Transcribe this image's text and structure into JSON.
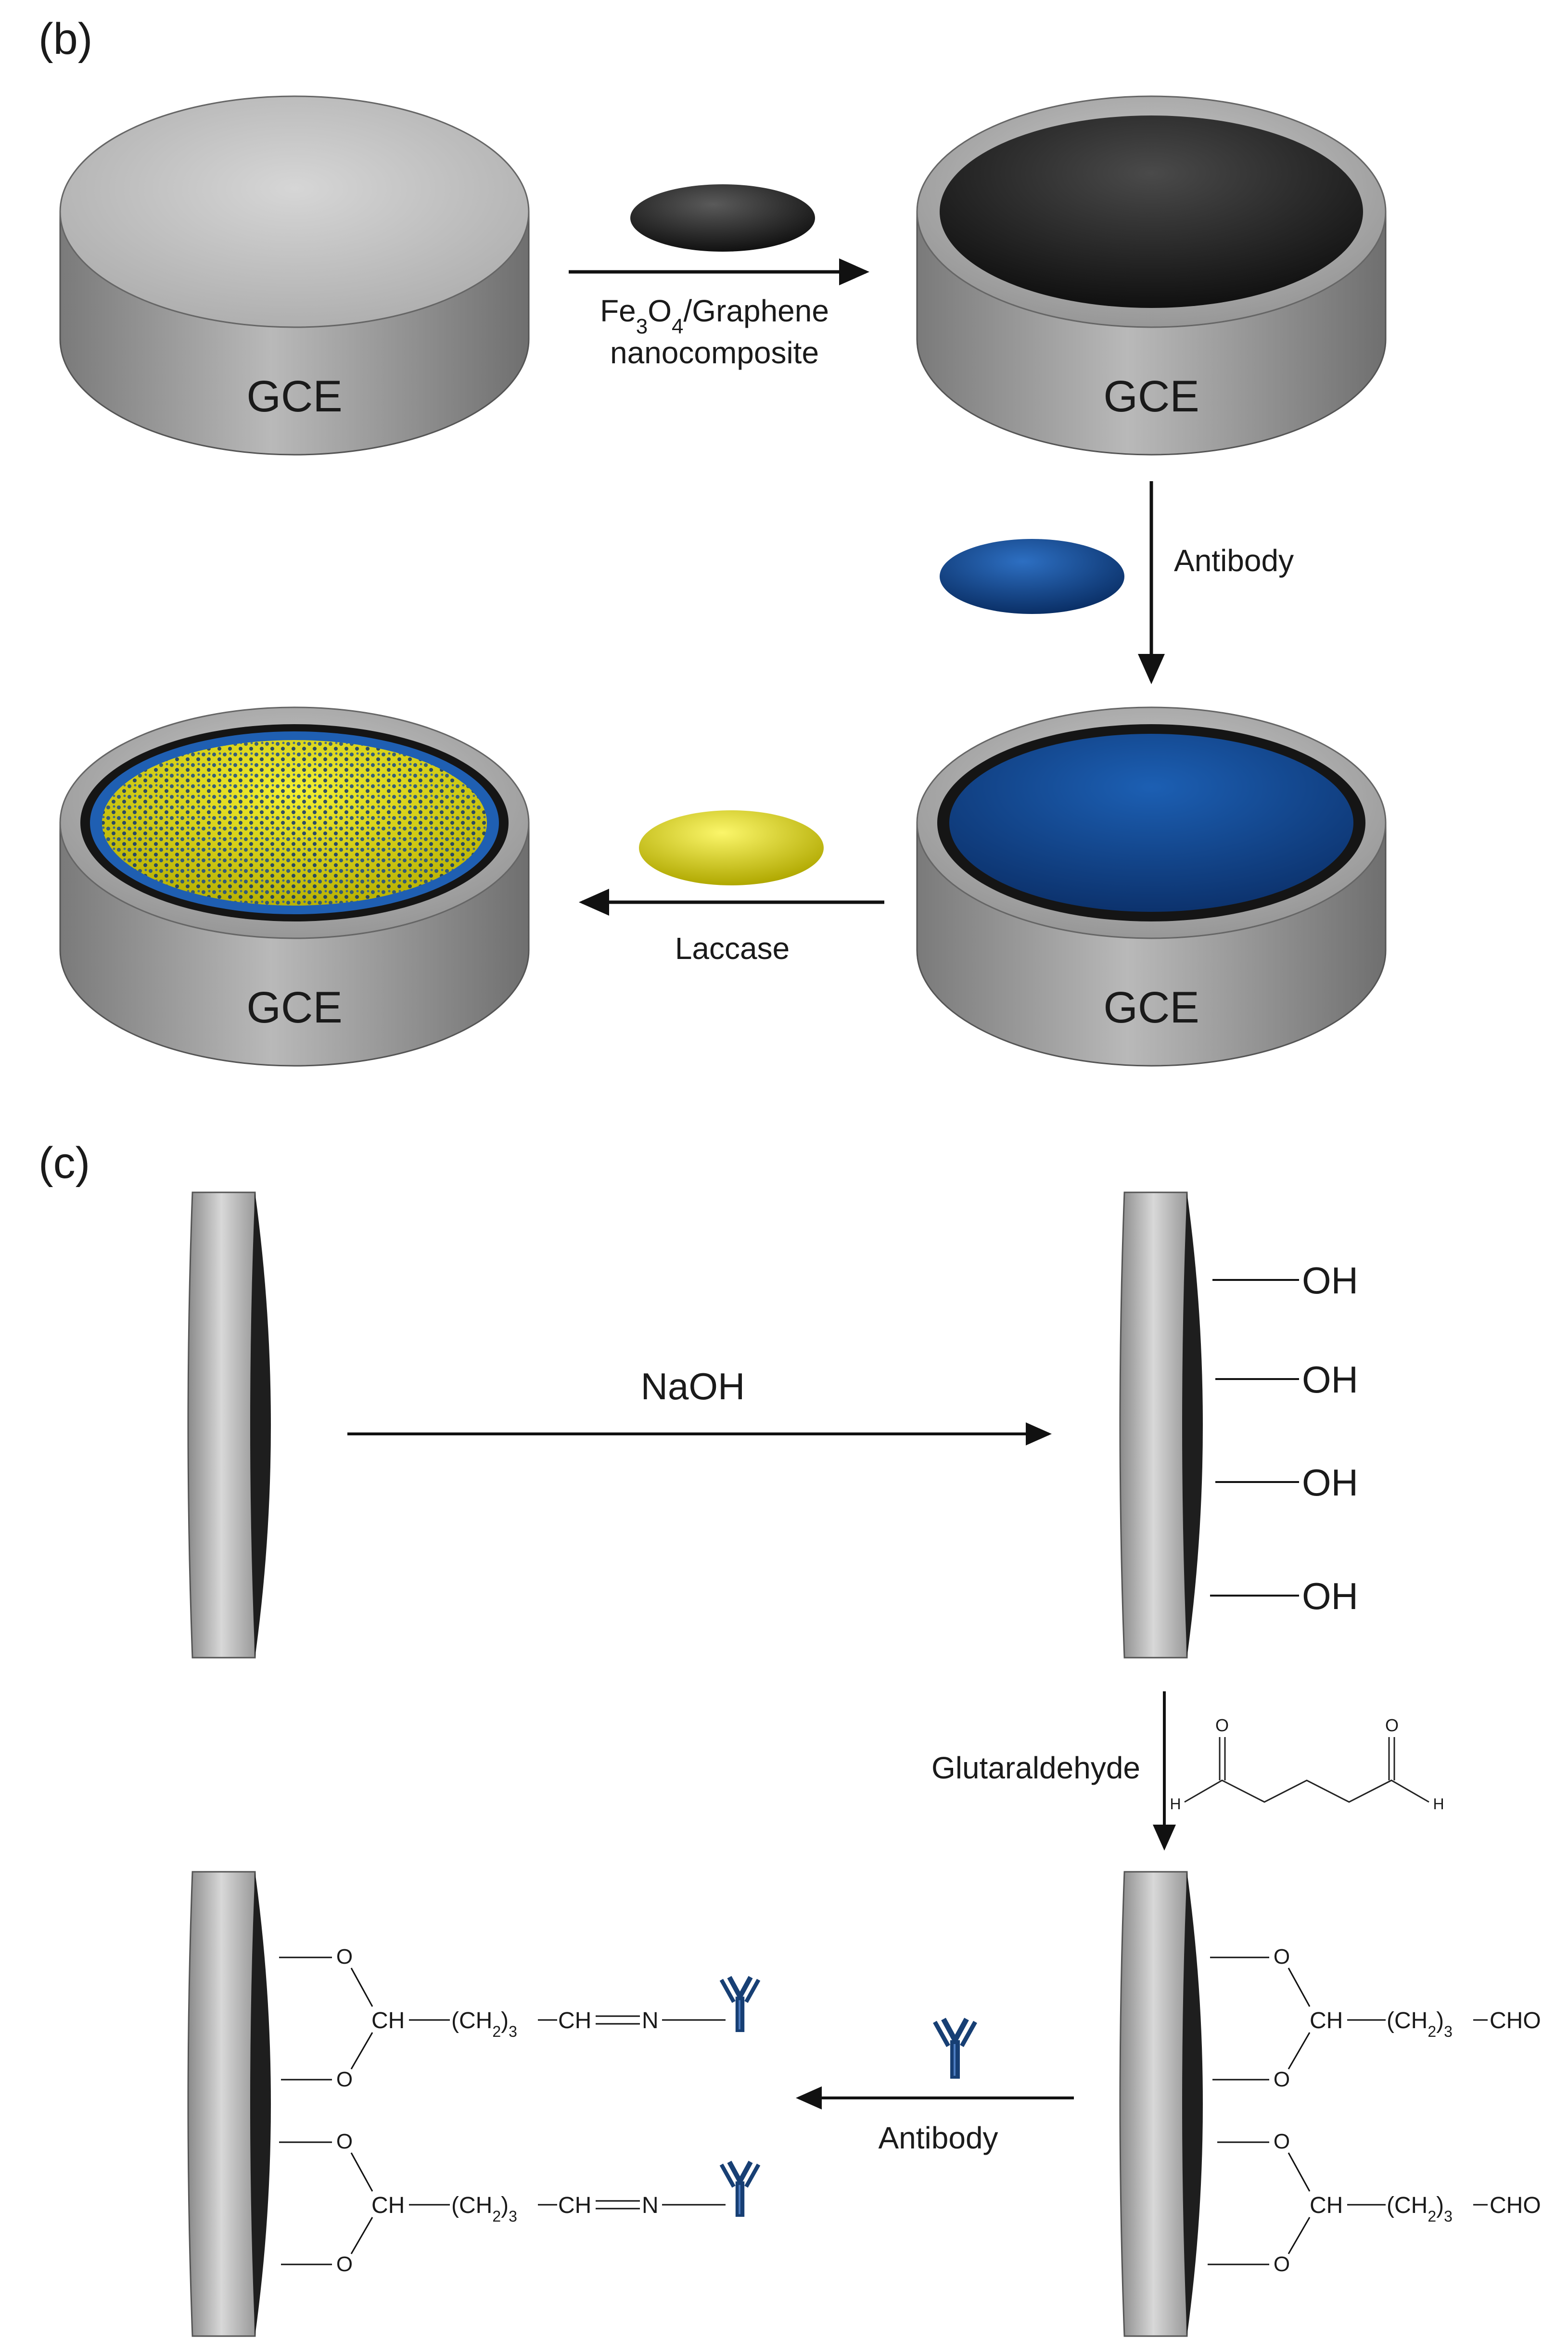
{
  "panel_b": {
    "panel_label": "(b)",
    "electrode_label": "GCE",
    "step1_label_prefix": "Fe",
    "step1_sub1": "3",
    "step1_mid": "O",
    "step1_sub2": "4",
    "step1_suffix": "/Graphene",
    "step1_line2": "nanocomposite",
    "step2_label": "Antibody",
    "step3_label": "Laccase",
    "colors": {
      "graphene": "#1e1e1e",
      "antibody": "#0e3e86",
      "laccase": "#d6d000",
      "electrode_body": "#9a9a9a"
    }
  },
  "panel_c": {
    "panel_label": "(c)",
    "step1_label": "NaOH",
    "hydroxyl_label": "OH",
    "step2_label": "Glutaraldehyde",
    "step3_label": "Antibody",
    "glutaraldehyde": {
      "oxygen": "O",
      "hydrogen": "H"
    },
    "chem": {
      "oxygen": "O",
      "ch": "CH",
      "chain_prefix": "(CH",
      "chain_sub": "2",
      "chain_suffix": ")",
      "chain_count": "3",
      "cho": "CHO",
      "imine_ch": "CH",
      "nitrogen": "N"
    },
    "colors": {
      "antibody_icon": "#173f74",
      "surface": "#2b2b2b"
    }
  }
}
